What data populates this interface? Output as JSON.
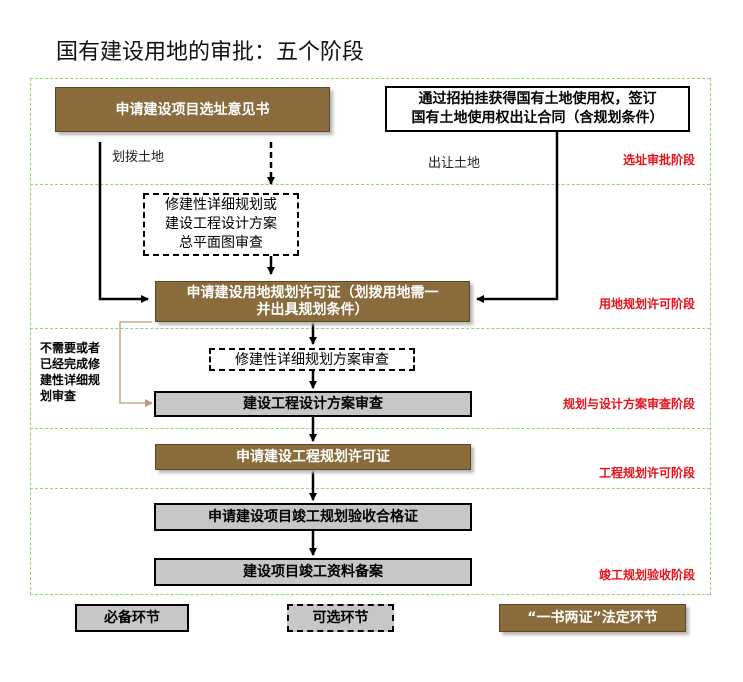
{
  "title": "国有建设用地的审批：五个阶段",
  "boxes": {
    "b1": "申请建设项目选址意见书",
    "b2_line1": "通过招拍挂获得国有土地使用权，签订",
    "b2_line2": "国有土地使用权出让合同（含规划条件）",
    "b3_line1": "修建性详细规划或",
    "b3_line2": "建设工程设计方案",
    "b3_line3": "总平面图审查",
    "b4_line1": "申请建设用地规划许可证（划拨用地需一",
    "b4_line2": "并出具规划条件）",
    "b5": "修建性详细规划方案审查",
    "b6": "建设工程设计方案审查",
    "b7": "申请建设工程规划许可证",
    "b8": "申请建设项目竣工规划验收合格证",
    "b9": "建设项目竣工资料备案"
  },
  "notes": {
    "allocation": "划拨土地",
    "transfer": "出让土地",
    "skip_line1": "不需要或者",
    "skip_line2": "已经完成修",
    "skip_line3": "建性详细规",
    "skip_line4": "划审查"
  },
  "stages": {
    "s1": "选址审批阶段",
    "s2": "用地规划许可阶段",
    "s3": "规划与设计方案审查阶段",
    "s4": "工程规划许可阶段",
    "s5": "竣工规划验收阶段"
  },
  "legend": {
    "required": "必备环节",
    "optional": "可选环节",
    "statutory": "“一书两证”法定环节"
  },
  "colors": {
    "brown_box": "#8a6b3c",
    "gray_box": "#c7c7c7",
    "stage_text": "#e8121b",
    "separator": "#8fd47a",
    "bypass_line": "#b89c78"
  }
}
